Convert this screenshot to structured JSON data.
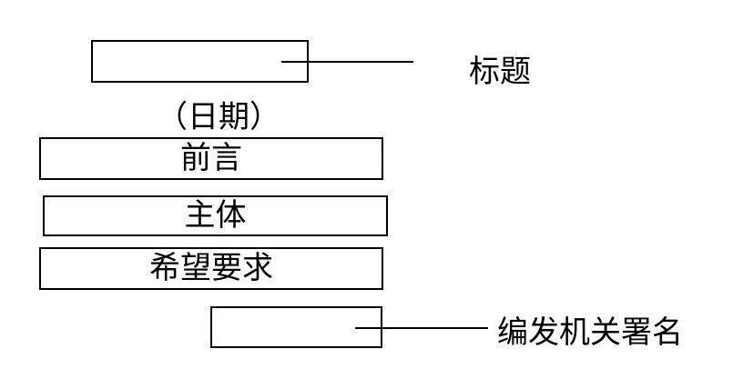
{
  "diagram": {
    "background_color": "#ffffff",
    "stroke_color": "#000000",
    "title_box": {
      "label": "",
      "name": "title-placeholder-box"
    },
    "title_callout": {
      "label": "标题"
    },
    "date_text": {
      "label": "（日期）"
    },
    "sections": [
      {
        "label": "前言"
      },
      {
        "label": "主体"
      },
      {
        "label": "希望要求"
      }
    ],
    "signature_box": {
      "label": "",
      "name": "signature-placeholder-box"
    },
    "signature_callout": {
      "label": "编发机关署名"
    }
  }
}
